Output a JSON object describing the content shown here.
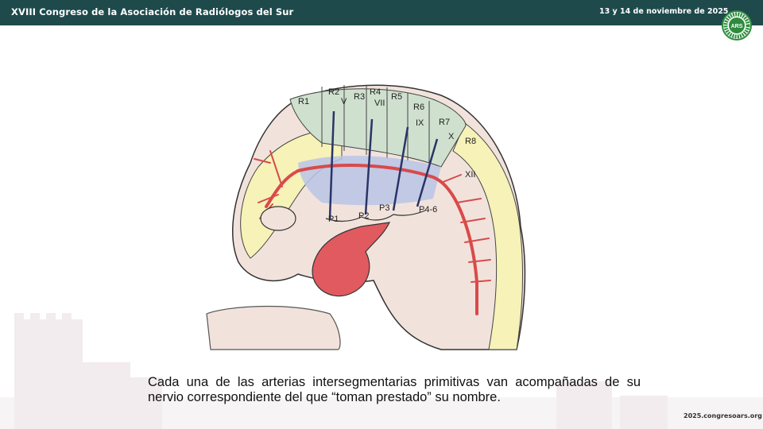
{
  "header": {
    "title": "XVIII Congreso de la Asociación de Radiólogos del Sur",
    "date": "13 y 14 de noviembre de 2025",
    "logo_text": "ARS"
  },
  "figure": {
    "labels": {
      "r1": "R1",
      "r2": "R2",
      "r3": "R3",
      "r4": "R4",
      "r5": "R5",
      "r6": "R6",
      "r7": "R7",
      "r8": "R8",
      "v": "V",
      "vii": "VII",
      "ix": "IX",
      "x": "X",
      "xii": "XII",
      "p1": "P1",
      "p2": "P2",
      "p3": "P3",
      "p4_6": "P4-6"
    }
  },
  "caption": "Cada una de las arterias intersegmentarias primitivas van acompañadas de su nervio correspondiente del que “toman prestado” su nombre.",
  "footer": {
    "url": "2025.congresoars.org"
  },
  "colors": {
    "header_bg": "#1e4a4c",
    "logo_green": "#2e8b3e",
    "artery_red": "#d94a4a",
    "neural_yellow": "#f6f2b8",
    "rhombomere_green": "#cfe0cf",
    "pharyngeal_blue": "#b9c4e6",
    "embryo_skin": "#f1e3dc",
    "building_tint": "#f2ecee"
  }
}
